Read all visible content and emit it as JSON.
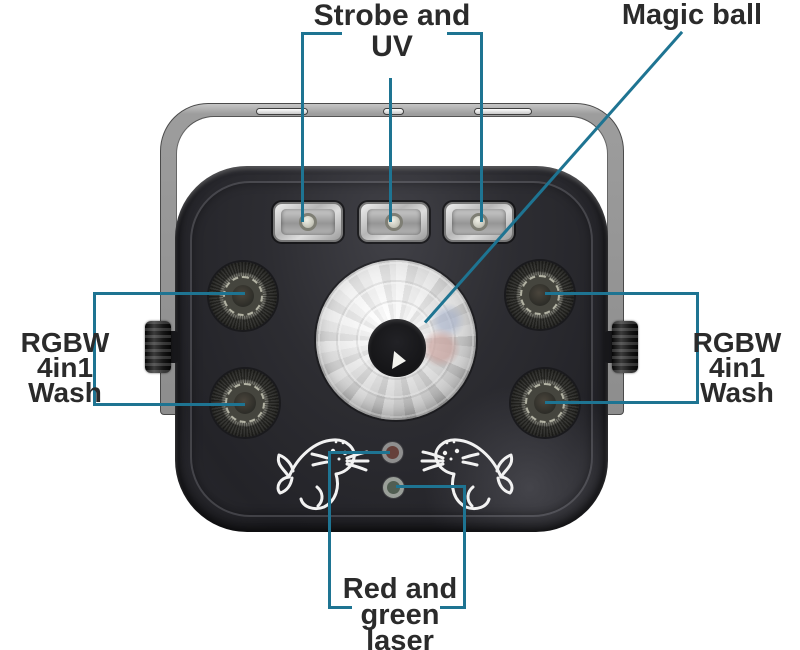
{
  "diagram": {
    "labels": {
      "strobe": {
        "line1": "Strobe and",
        "line2": "UV"
      },
      "magic_ball": "Magic ball",
      "wash_left": {
        "line1": "RGBW 4in1",
        "line2": "Wash"
      },
      "wash_right": {
        "line1": "RGBW 4in1",
        "line2": "Wash"
      },
      "laser": {
        "line1": "Red and",
        "line2": "green",
        "line3": "laser"
      }
    },
    "colors": {
      "annotation_line": "#1e7492",
      "label_text": "#2b2b2b",
      "device_body": "#2b2b2f",
      "bracket_metal": "#a9a9a9",
      "background": "#ffffff",
      "red_laser_aperture": "#66403a",
      "green_laser_aperture": "#515e52"
    },
    "components": {
      "strobe_uv_leds": 3,
      "magic_ball": 1,
      "rgbw_wash_leds": 4,
      "laser_apertures": 2,
      "mounting_bracket": 1,
      "side_knobs": 2,
      "seal_artworks": 2
    }
  }
}
